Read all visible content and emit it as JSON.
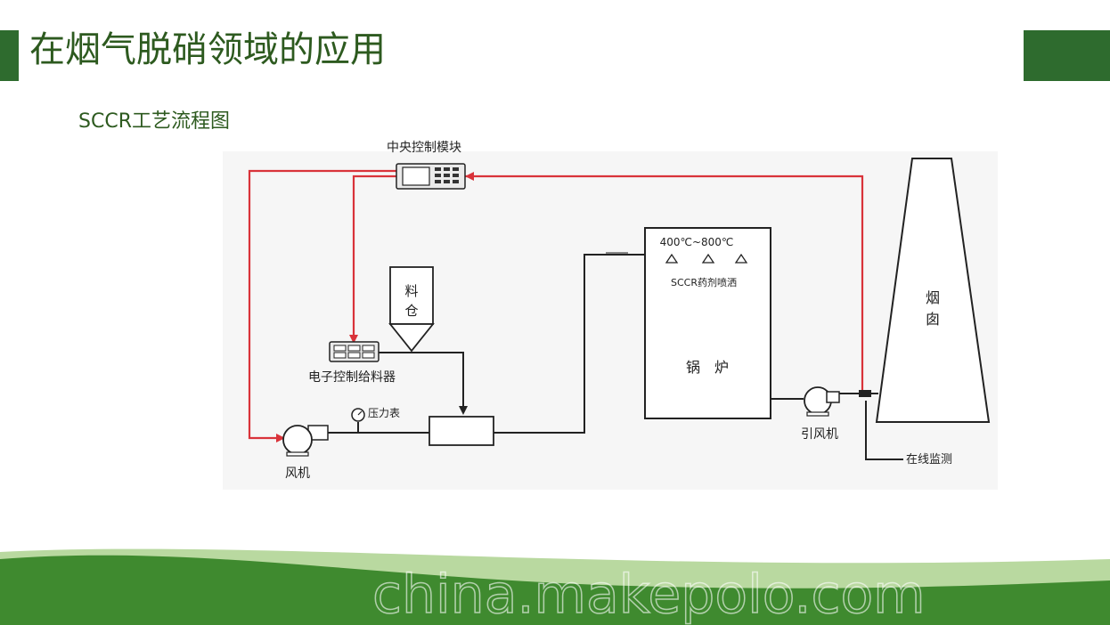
{
  "slide": {
    "title": "在烟气脱硝领域的应用",
    "subtitle": "SCCR工艺流程图"
  },
  "diagram": {
    "labels": {
      "control_module": "中央控制模块",
      "silo_line1": "料",
      "silo_line2": "仓",
      "feeder": "电子控制给料器",
      "pressure": "压力表",
      "fan": "风机",
      "temp_range": "400℃~800℃",
      "spray": "SCCR药剂喷洒",
      "boiler": "锅　炉",
      "induced_fan": "引风机",
      "chimney_line1": "烟",
      "chimney_line2": "囱",
      "monitor": "在线监测"
    },
    "colors": {
      "control_line": "#d9333a",
      "flow_line": "#222222",
      "accent_green": "#2e6b2e"
    }
  },
  "footer": {
    "watermark": "china.makepolo.com"
  }
}
